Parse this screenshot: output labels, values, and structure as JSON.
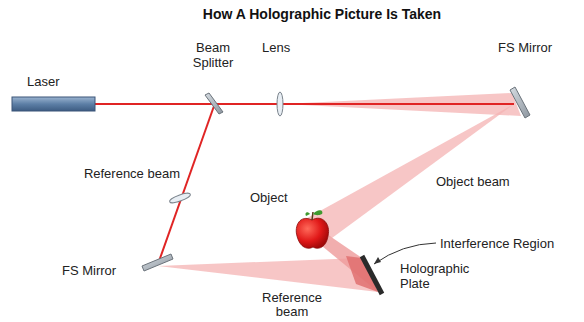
{
  "diagram": {
    "title": "How A Holographic Picture Is Taken",
    "labels": [
      "Laser",
      "Beam Splitter",
      "Lens",
      "FS Mirror",
      "Reference beam",
      "Object",
      "Object beam",
      "Interference Region",
      "FS Mirror",
      "Reference beam",
      "Holographic Plate"
    ]
  }
}
